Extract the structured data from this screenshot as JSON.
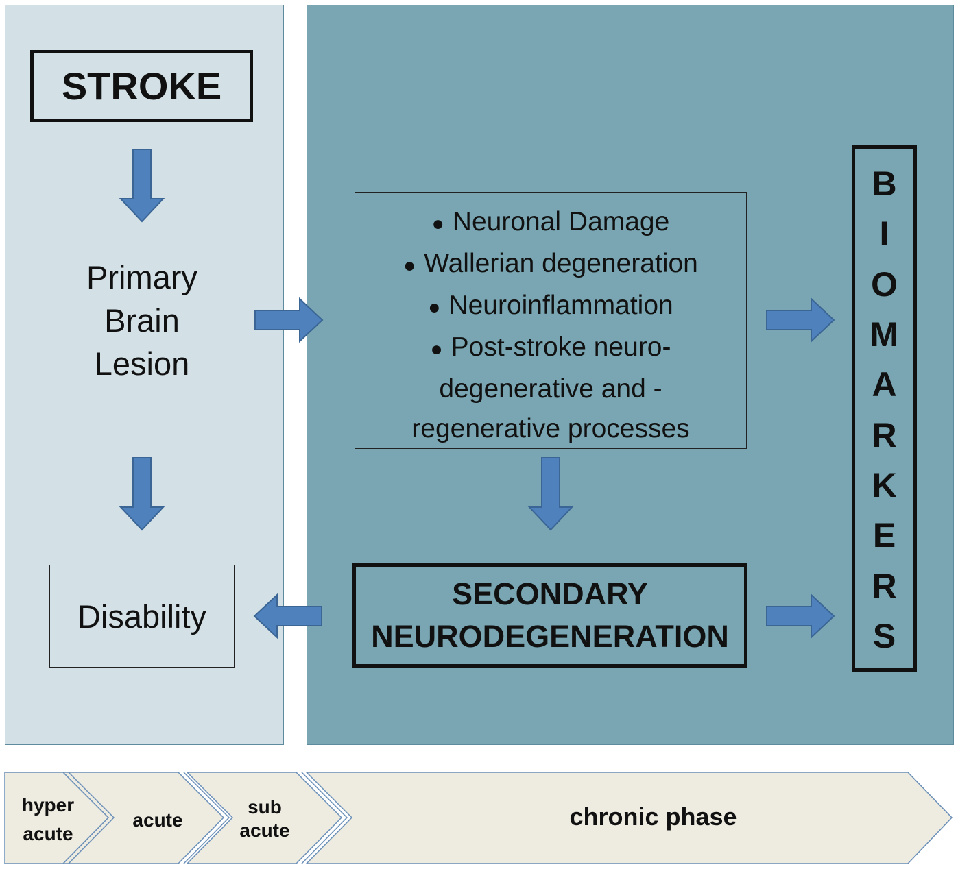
{
  "stroke": {
    "label": "STROKE"
  },
  "lesion": {
    "lines": [
      "Primary",
      "Brain",
      "Lesion"
    ]
  },
  "disability": {
    "label": "Disability"
  },
  "processes": {
    "items": [
      {
        "bullet": "●",
        "text": "Neuronal Damage"
      },
      {
        "bullet": "●",
        "text": "Wallerian degeneration"
      },
      {
        "bullet": "●",
        "text": "Neuroinflammation"
      },
      {
        "bullet": "●",
        "text": "Post-stroke neuro-"
      }
    ],
    "continuation": [
      "degenerative and -",
      "regenerative processes"
    ]
  },
  "secondary": {
    "lines": [
      "SECONDARY",
      "NEURODEGENERATION"
    ]
  },
  "biomarkers": {
    "letters": [
      "B",
      "I",
      "O",
      "M",
      "A",
      "R",
      "K",
      "E",
      "R",
      "S"
    ]
  },
  "timeline": {
    "phases": [
      {
        "lines": [
          "hyper",
          "acute"
        ]
      },
      {
        "lines": [
          "acute"
        ]
      },
      {
        "lines": [
          "sub",
          "acute"
        ]
      },
      {
        "lines": [
          "chronic phase"
        ]
      }
    ]
  },
  "colors": {
    "early_panel": "#d3e1e6",
    "late_panel": "#79a6b2",
    "arrow_fill": "#4f81bd",
    "arrow_stroke": "#3a6595",
    "timeline_fill": "#eeebe0",
    "timeline_stroke": "#6a8fb8"
  }
}
